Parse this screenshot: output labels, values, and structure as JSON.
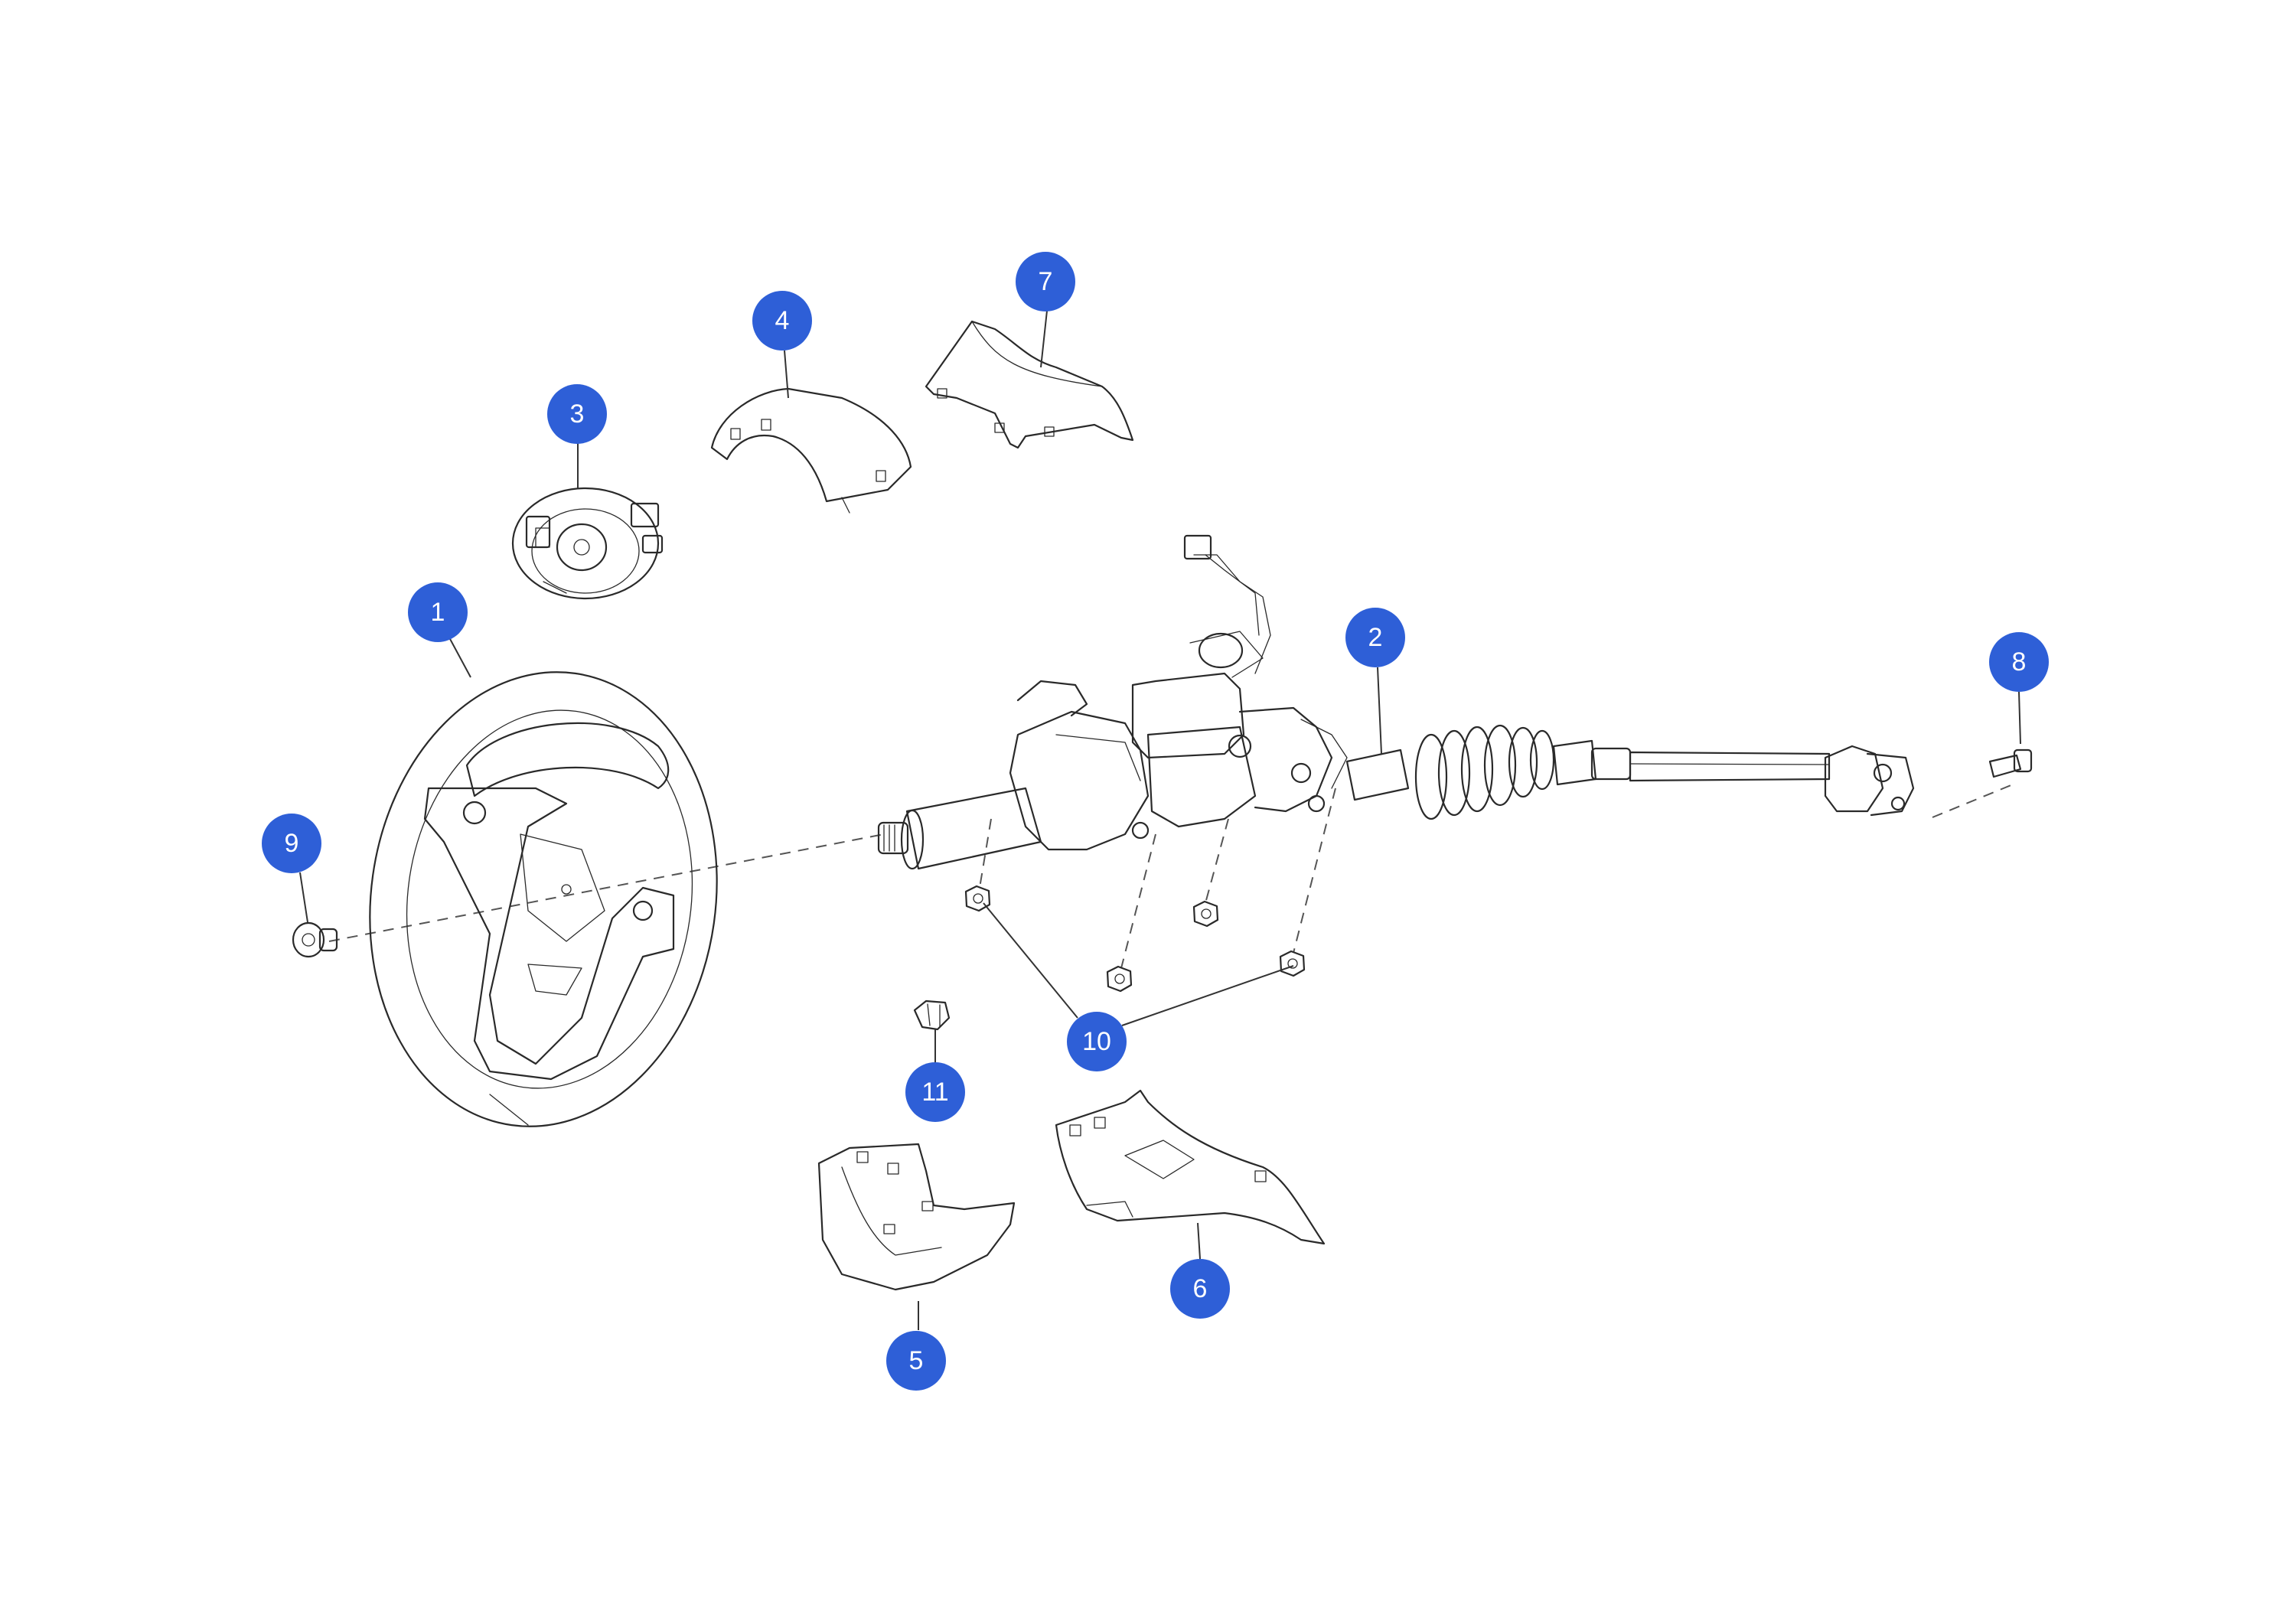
{
  "diagram": {
    "callouts": [
      {
        "id": "callout-1",
        "label": "1"
      },
      {
        "id": "callout-2",
        "label": "2"
      },
      {
        "id": "callout-3",
        "label": "3"
      },
      {
        "id": "callout-4",
        "label": "4"
      },
      {
        "id": "callout-5",
        "label": "5"
      },
      {
        "id": "callout-6",
        "label": "6"
      },
      {
        "id": "callout-7",
        "label": "7"
      },
      {
        "id": "callout-8",
        "label": "8"
      },
      {
        "id": "callout-9",
        "label": "9"
      },
      {
        "id": "callout-10",
        "label": "10"
      },
      {
        "id": "callout-11",
        "label": "11"
      }
    ],
    "colors": {
      "callout_fill": "#2e5fd7",
      "callout_text": "#ffffff",
      "line_art": "#2a2a2a",
      "background": "#ffffff"
    }
  }
}
